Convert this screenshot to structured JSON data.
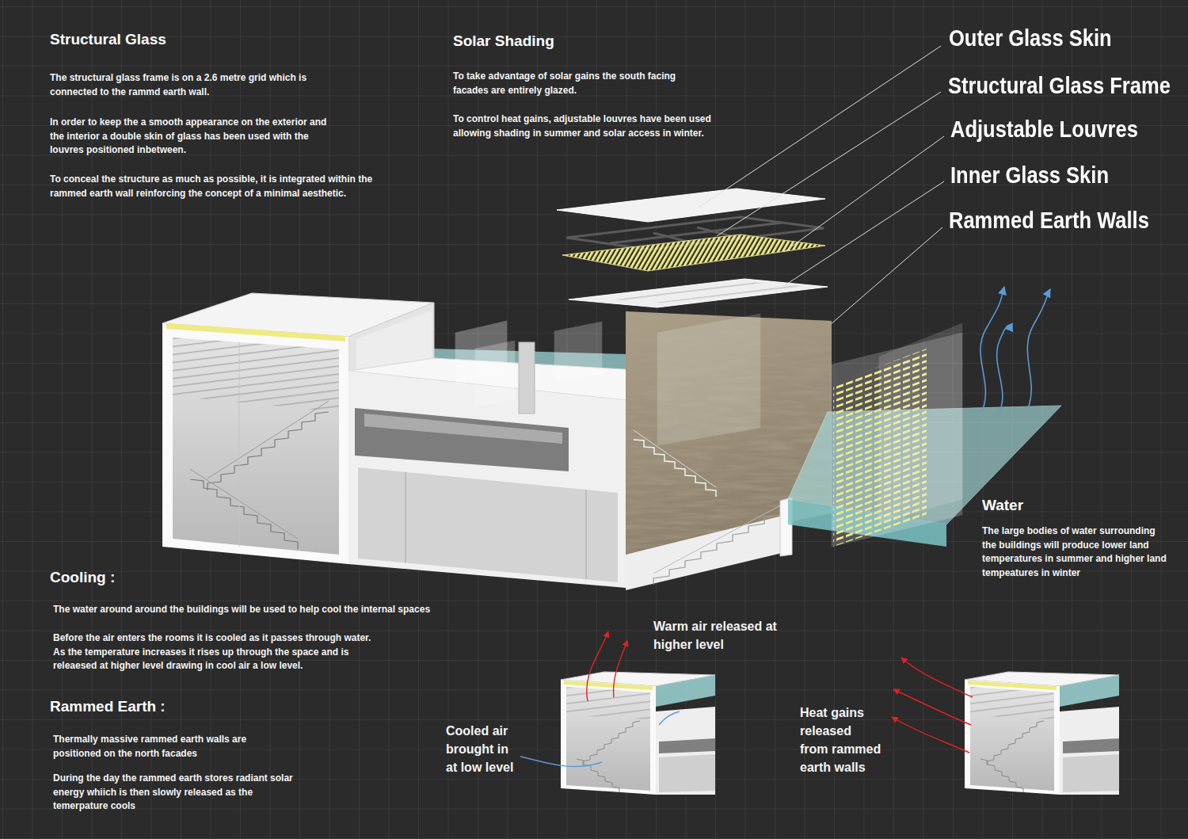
{
  "diagram": {
    "labels": [
      "Structural Glass",
      "The structural glass frame is on a 2.6 metre grid which is connected to the rammd earth wall.",
      "In order to keep the a smooth appearance on the exterior and the interior a double skin of glass has been used with the louvres positioned inbetween.",
      "To conceal the structure as much as possible, it is integrated within the rammed earth wall reinforcing the concept of a minimal aesthetic.",
      "Solar Shading",
      "To take advantage of solar gains the south facing facades are entirely glazed.",
      "To control heat gains, adjustable louvres have been used allowing shading in summer and solar access in winter.",
      "Outer Glass Skin",
      "Structural Glass Frame",
      "Adjustable Louvres",
      "Inner Glass Skin",
      "Rammed Earth Walls",
      "Water",
      "The large bodies of water surrounding the buildings will produce lower land temperatures in summer and higher land tempeatures in winter",
      "Cooling :",
      "The water around around the buildings will be used to help cool the internal spaces",
      "Before the air enters the rooms it is cooled as it passes through water. As the temperature increases it rises up through the space and is releaesed at higher level drawing in cool air a low level.",
      "Rammed Earth :",
      "Thermally massive rammed earth walls are positioned on the north facades",
      "During the day the rammed earth stores radiant solar energy whiich is then slowly released as the temerpature cools",
      "Warm air released at higher level",
      "Cooled air brought in at low level",
      "Heat gains released from rammed earth walls"
    ]
  }
}
